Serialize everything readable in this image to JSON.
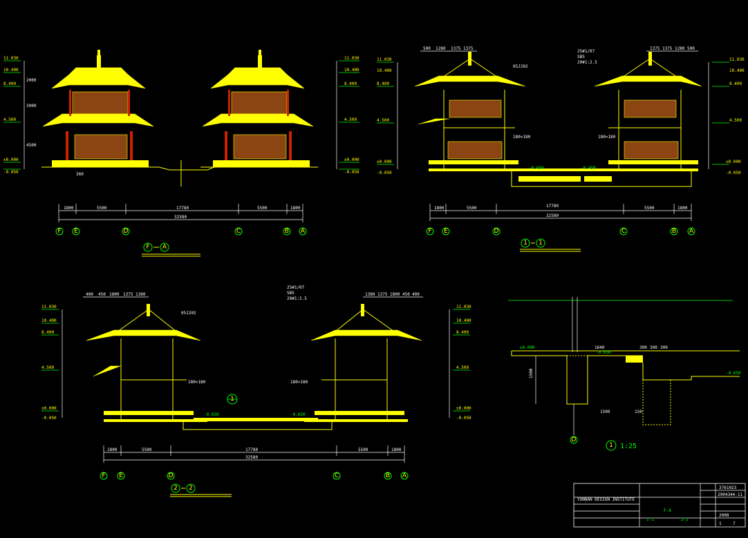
{
  "views": {
    "elevation": {
      "title": [
        "F",
        "A"
      ],
      "axes": [
        "F",
        "E",
        "D",
        "C",
        "B",
        "A"
      ],
      "dims_top": [
        "1800",
        "5500",
        "17780",
        "5500",
        "1800"
      ],
      "dim_total": "32580",
      "levels_left": [
        "11.030",
        "10.400",
        "8.400",
        "4.500",
        "±0.000",
        "-0.050"
      ],
      "levels_right": [
        "11.030",
        "10.400",
        "8.400",
        "4.500",
        "±0.000",
        "-0.050"
      ],
      "heights": [
        "2000",
        "3900",
        "4500"
      ],
      "note": "360"
    },
    "section11": {
      "title": [
        "1",
        "1"
      ],
      "axes": [
        "F",
        "E",
        "D",
        "C",
        "B",
        "A"
      ],
      "dims_top": [
        "1800",
        "5500",
        "17780",
        "5500",
        "1800"
      ],
      "dim_total": "32580",
      "top_dims_left": [
        "500",
        "1280",
        "1375",
        "1375"
      ],
      "top_dims_right": [
        "1375",
        "1375",
        "1280",
        "500"
      ],
      "ref": "05J202",
      "labels": [
        "25#1/07",
        "SBS",
        "20#1:2.5",
        "180×180"
      ],
      "levels": [
        "11.030",
        "10.400",
        "8.400",
        "4.500",
        "±0.000",
        "-0.050",
        "-0.450",
        "-0.650"
      ]
    },
    "section22": {
      "title": [
        "2",
        "2"
      ],
      "axes": [
        "F",
        "E",
        "D",
        "C",
        "B",
        "A"
      ],
      "dims_top": [
        "1800",
        "5500",
        "17780",
        "5500",
        "1800"
      ],
      "dim_total": "32580",
      "top_dims_left": [
        "400",
        "450",
        "1800",
        "1375",
        "1380"
      ],
      "top_dims_right": [
        "1380",
        "1375",
        "1800",
        "450",
        "400"
      ],
      "ref": "05J202",
      "labels": [
        "25#1/07",
        "SBS",
        "20#1:2.5",
        "180×180"
      ],
      "levels": [
        "11.030",
        "10.400",
        "8.400",
        "4.500",
        "±0.000",
        "-0.050",
        "-0.650"
      ],
      "detail_marker": "1"
    },
    "detail": {
      "title_num": "1",
      "scale": "1:25",
      "axis": "D",
      "dims": [
        "1640",
        "300",
        "300",
        "300",
        "1500",
        "150"
      ],
      "height": "1500",
      "levels": [
        "±0.000",
        "-0.050",
        "-0.650"
      ]
    }
  },
  "title_block": {
    "company_en": "YUNNAN DESIGN INSTITUTE",
    "sheet_no": "3761023",
    "proj_no": "2904344-11",
    "view_ref_1": "F-A",
    "view_ref_2": "1-1",
    "view_ref_3": "2-2",
    "date": "2008",
    "sheet": "1",
    "total": "7"
  },
  "colors": {
    "background": "#000000",
    "lines": "#ffff00",
    "axis": "#00ff00",
    "dimension": "#ffffff",
    "roof_wood": "#8b4513",
    "column": "#cc2200"
  }
}
